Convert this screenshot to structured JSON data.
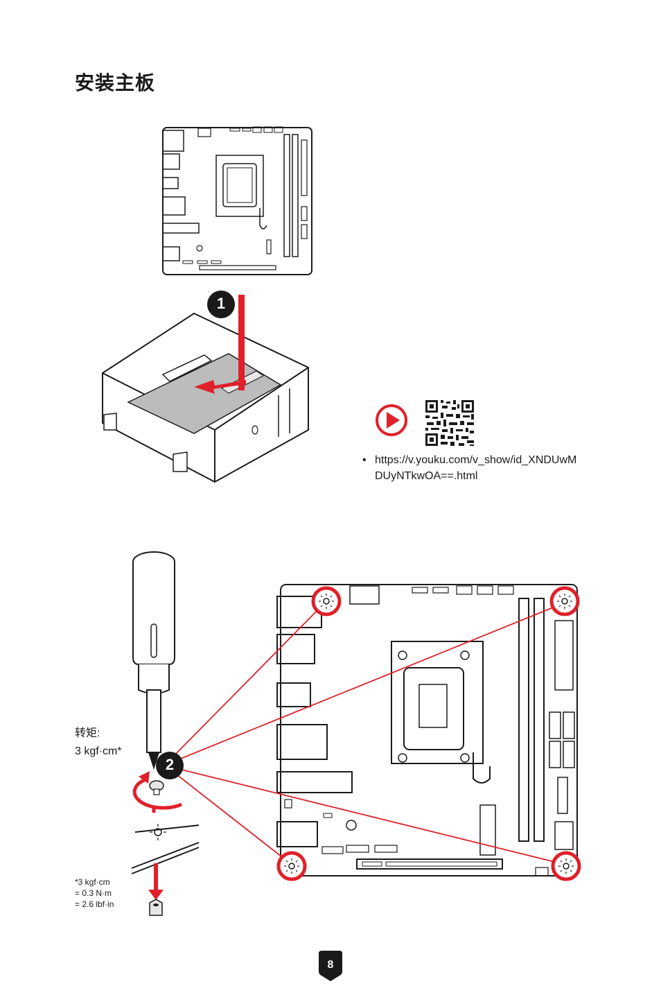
{
  "page": {
    "title": "安装主板",
    "page_number": "8"
  },
  "video": {
    "play_icon": "play-icon",
    "qr_icon": "qr-code-icon",
    "bullet": "•",
    "url": "https://v.youku.com/v_show/id_XNDUwMDUyNTkwOA==.html"
  },
  "steps": {
    "step1": "1",
    "step2": "2"
  },
  "torque": {
    "label": "转矩:",
    "value": "3 kgf·cm*"
  },
  "conversion": {
    "line1": "*3 kgf·cm",
    "line2": "= 0.3 N·m",
    "line3": "= 2.6 lbf·in"
  },
  "colors": {
    "accent_red": "#e0202a",
    "line": "#1a1a1a",
    "step_badge": "#1a1a1a"
  }
}
